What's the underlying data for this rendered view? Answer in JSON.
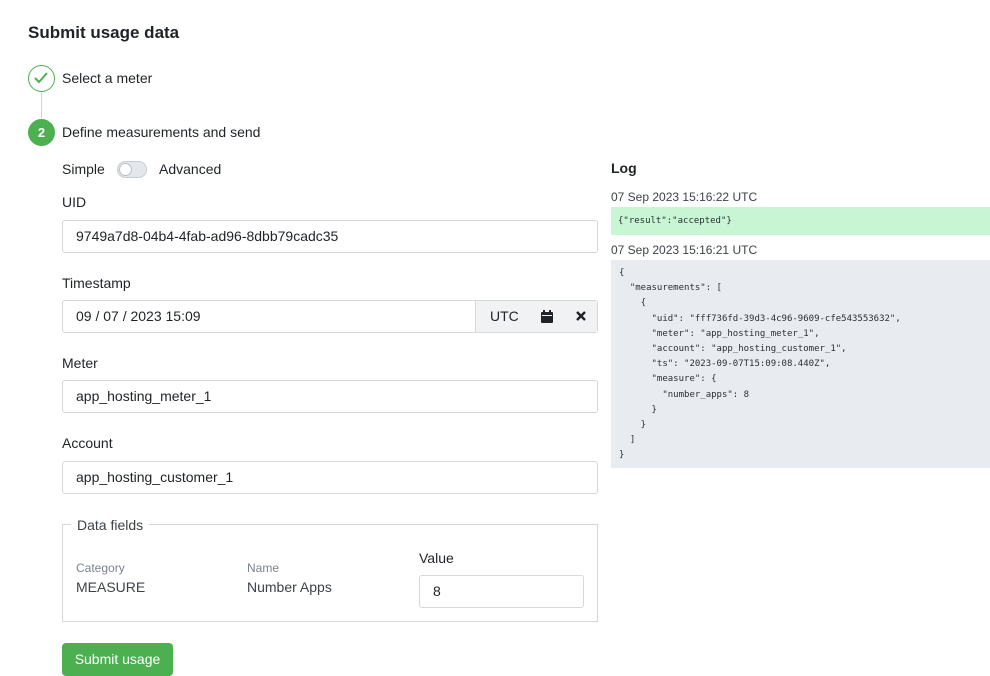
{
  "page": {
    "title": "Submit usage data"
  },
  "steps": [
    {
      "label": "Select a meter",
      "state": "done"
    },
    {
      "number": "2",
      "label": "Define measurements and send",
      "state": "active"
    }
  ],
  "mode": {
    "simple_label": "Simple",
    "advanced_label": "Advanced",
    "advanced_enabled": false
  },
  "form": {
    "uid": {
      "label": "UID",
      "value": "9749a7d8-04b4-4fab-ad96-8dbb79cadc35"
    },
    "timestamp": {
      "label": "Timestamp",
      "value": "09 / 07 / 2023 15:09",
      "timezone": "UTC",
      "calendar_icon": "calendar-icon",
      "clear_icon": "close-icon"
    },
    "meter": {
      "label": "Meter",
      "value": "app_hosting_meter_1"
    },
    "account": {
      "label": "Account",
      "value": "app_hosting_customer_1"
    },
    "data_fields": {
      "legend": "Data fields",
      "category_header": "Category",
      "name_header": "Name",
      "value_header": "Value",
      "rows": [
        {
          "category": "MEASURE",
          "name": "Number Apps",
          "value": "8"
        }
      ]
    },
    "submit_label": "Submit usage"
  },
  "log": {
    "title": "Log",
    "entries": [
      {
        "timestamp": "07 Sep 2023 15:16:22 UTC",
        "body": "{\"result\":\"accepted\"}",
        "status": "success"
      },
      {
        "timestamp": "07 Sep 2023 15:16:21 UTC",
        "body": "{\n  \"measurements\": [\n    {\n      \"uid\": \"fff736fd-39d3-4c96-9609-cfe543553632\",\n      \"meter\": \"app_hosting_meter_1\",\n      \"account\": \"app_hosting_customer_1\",\n      \"ts\": \"2023-09-07T15:09:08.440Z\",\n      \"measure\": {\n        \"number_apps\": 8\n      }\n    }\n  ]\n}",
        "status": "request"
      }
    ]
  },
  "colors": {
    "accent": "#4caf50",
    "success_bg": "#c8f5d4",
    "log_bg": "#e8ecf0",
    "border": "#d4d8dd"
  }
}
